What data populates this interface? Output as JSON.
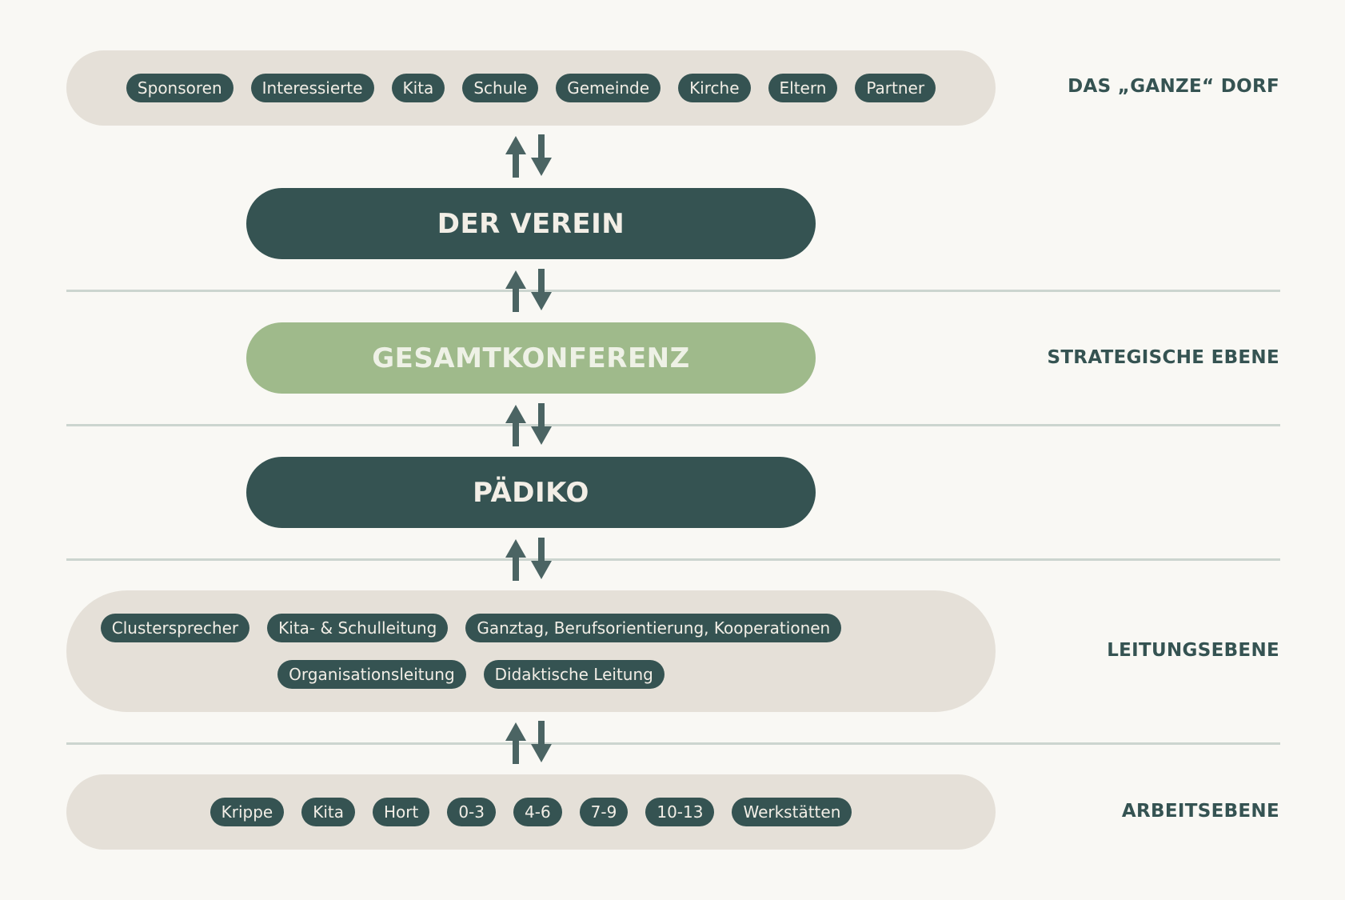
{
  "top_band": {
    "chips": [
      "Sponsoren",
      "Interessierte",
      "Kita",
      "Schule",
      "Gemeinde",
      "Kirche",
      "Eltern",
      "Partner"
    ]
  },
  "verein": {
    "label": "DER VEREIN"
  },
  "gesamtkonferenz": {
    "label": "GESAMTKONFERENZ"
  },
  "paediko": {
    "label": "PÄDIKO"
  },
  "leitung_band": {
    "row1": [
      "Clustersprecher",
      "Kita- & Schulleitung",
      "Ganztag, Berufsorientierung, Kooperationen"
    ],
    "row2": [
      "Organisationsleitung",
      "Didaktische Leitung"
    ]
  },
  "arbeit_band": {
    "chips": [
      "Krippe",
      "Kita",
      "Hort",
      "0-3",
      "4-6",
      "7-9",
      "10-13",
      "Werkstätten"
    ]
  },
  "levels": {
    "dorf": "DAS „GANZE“ DORF",
    "strategisch": "STRATEGISCHE EBENE",
    "leitung": "LEITUNGSEBENE",
    "arbeit": "ARBEITSEBENE"
  },
  "colors": {
    "dark": "#355352",
    "green": "#9fba8b",
    "band": "#e5e0d8",
    "background": "#f9f8f4",
    "arrow": "#4b6463"
  }
}
